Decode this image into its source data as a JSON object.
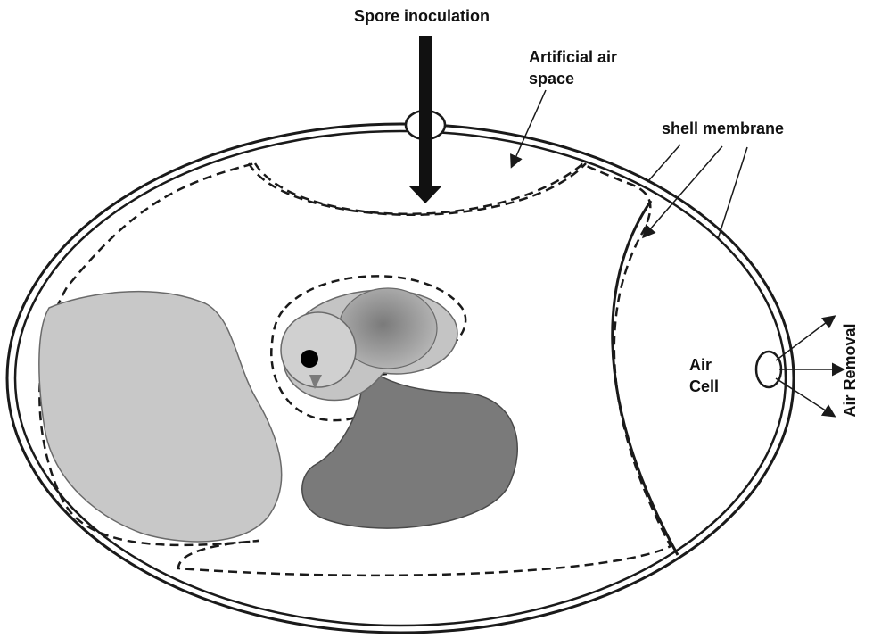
{
  "labels": {
    "spore_inoculation": "Spore inoculation",
    "artificial_air_space": "Artificial air space",
    "shell_membrane": "shell membrane",
    "air_cell": "Air Cell",
    "air_removal": "Air Removal"
  },
  "colors": {
    "outline": "#1a1a1a",
    "yolk": "#c8c8c8",
    "embryo_light": "#c4c4c4",
    "embryo_dark": "#8a8a8a",
    "allantois": "#7a7a7a",
    "background": "#ffffff"
  }
}
